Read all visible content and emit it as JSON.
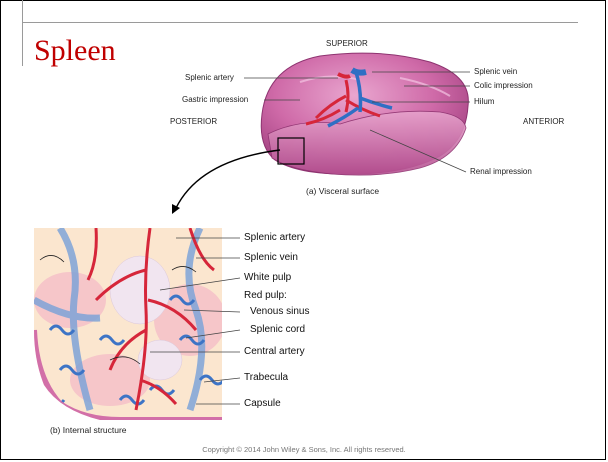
{
  "slide": {
    "title": "Spleen",
    "copyright": "Copyright © 2014 John Wiley & Sons, Inc. All rights reserved."
  },
  "visceral": {
    "orientation": {
      "superior": "SUPERIOR",
      "posterior": "POSTERIOR",
      "anterior": "ANTERIOR"
    },
    "labels_left": [
      "Splenic artery",
      "Gastric impression"
    ],
    "labels_right": [
      "Splenic vein",
      "Colic impression",
      "Hilum",
      "Renal impression"
    ],
    "caption": "(a) Visceral surface"
  },
  "internal": {
    "labels": [
      "Splenic artery",
      "Splenic vein",
      "White pulp",
      "Red pulp:",
      "Venous sinus",
      "Splenic cord",
      "Central artery",
      "Trabecula",
      "Capsule"
    ],
    "caption": "(b) Internal structure"
  },
  "colors": {
    "title": "#c00000",
    "organ": "#c85a9c",
    "artery": "#d6263a",
    "vein": "#2f6fc4"
  }
}
